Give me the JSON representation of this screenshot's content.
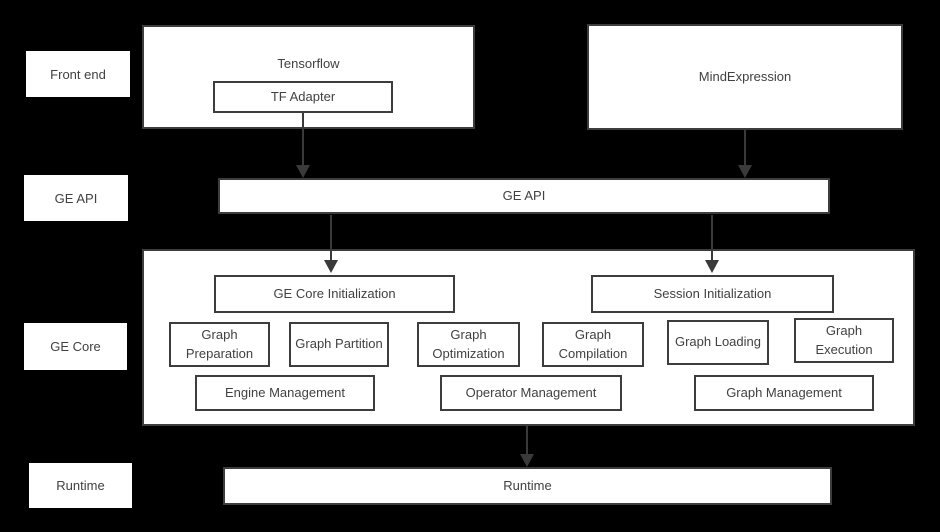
{
  "colors": {
    "background": "#000000",
    "box_fill": "#ffffff",
    "box_border": "#3d3d3d",
    "text": "#414141",
    "arrow": "#3a3a3a"
  },
  "row_labels": {
    "front_end": "Front end",
    "ge_api": "GE API",
    "ge_core": "GE Core",
    "runtime": "Runtime"
  },
  "front_end": {
    "tensorflow_title": "Tensorflow",
    "tf_adapter_label": "TF Adapter",
    "mindexpression_label": "MindExpression"
  },
  "ge_api": {
    "bar_label": "GE API"
  },
  "ge_core": {
    "init_left": "GE Core Initialization",
    "init_right": "Session Initialization",
    "modules": [
      "Graph Preparation",
      "Graph Partition",
      "Graph Optimization",
      "Graph Compilation",
      "Graph Loading",
      "Graph Execution"
    ],
    "managers": [
      "Engine Management",
      "Operator Management",
      "Graph Management"
    ]
  },
  "runtime": {
    "bar_label": "Runtime"
  }
}
